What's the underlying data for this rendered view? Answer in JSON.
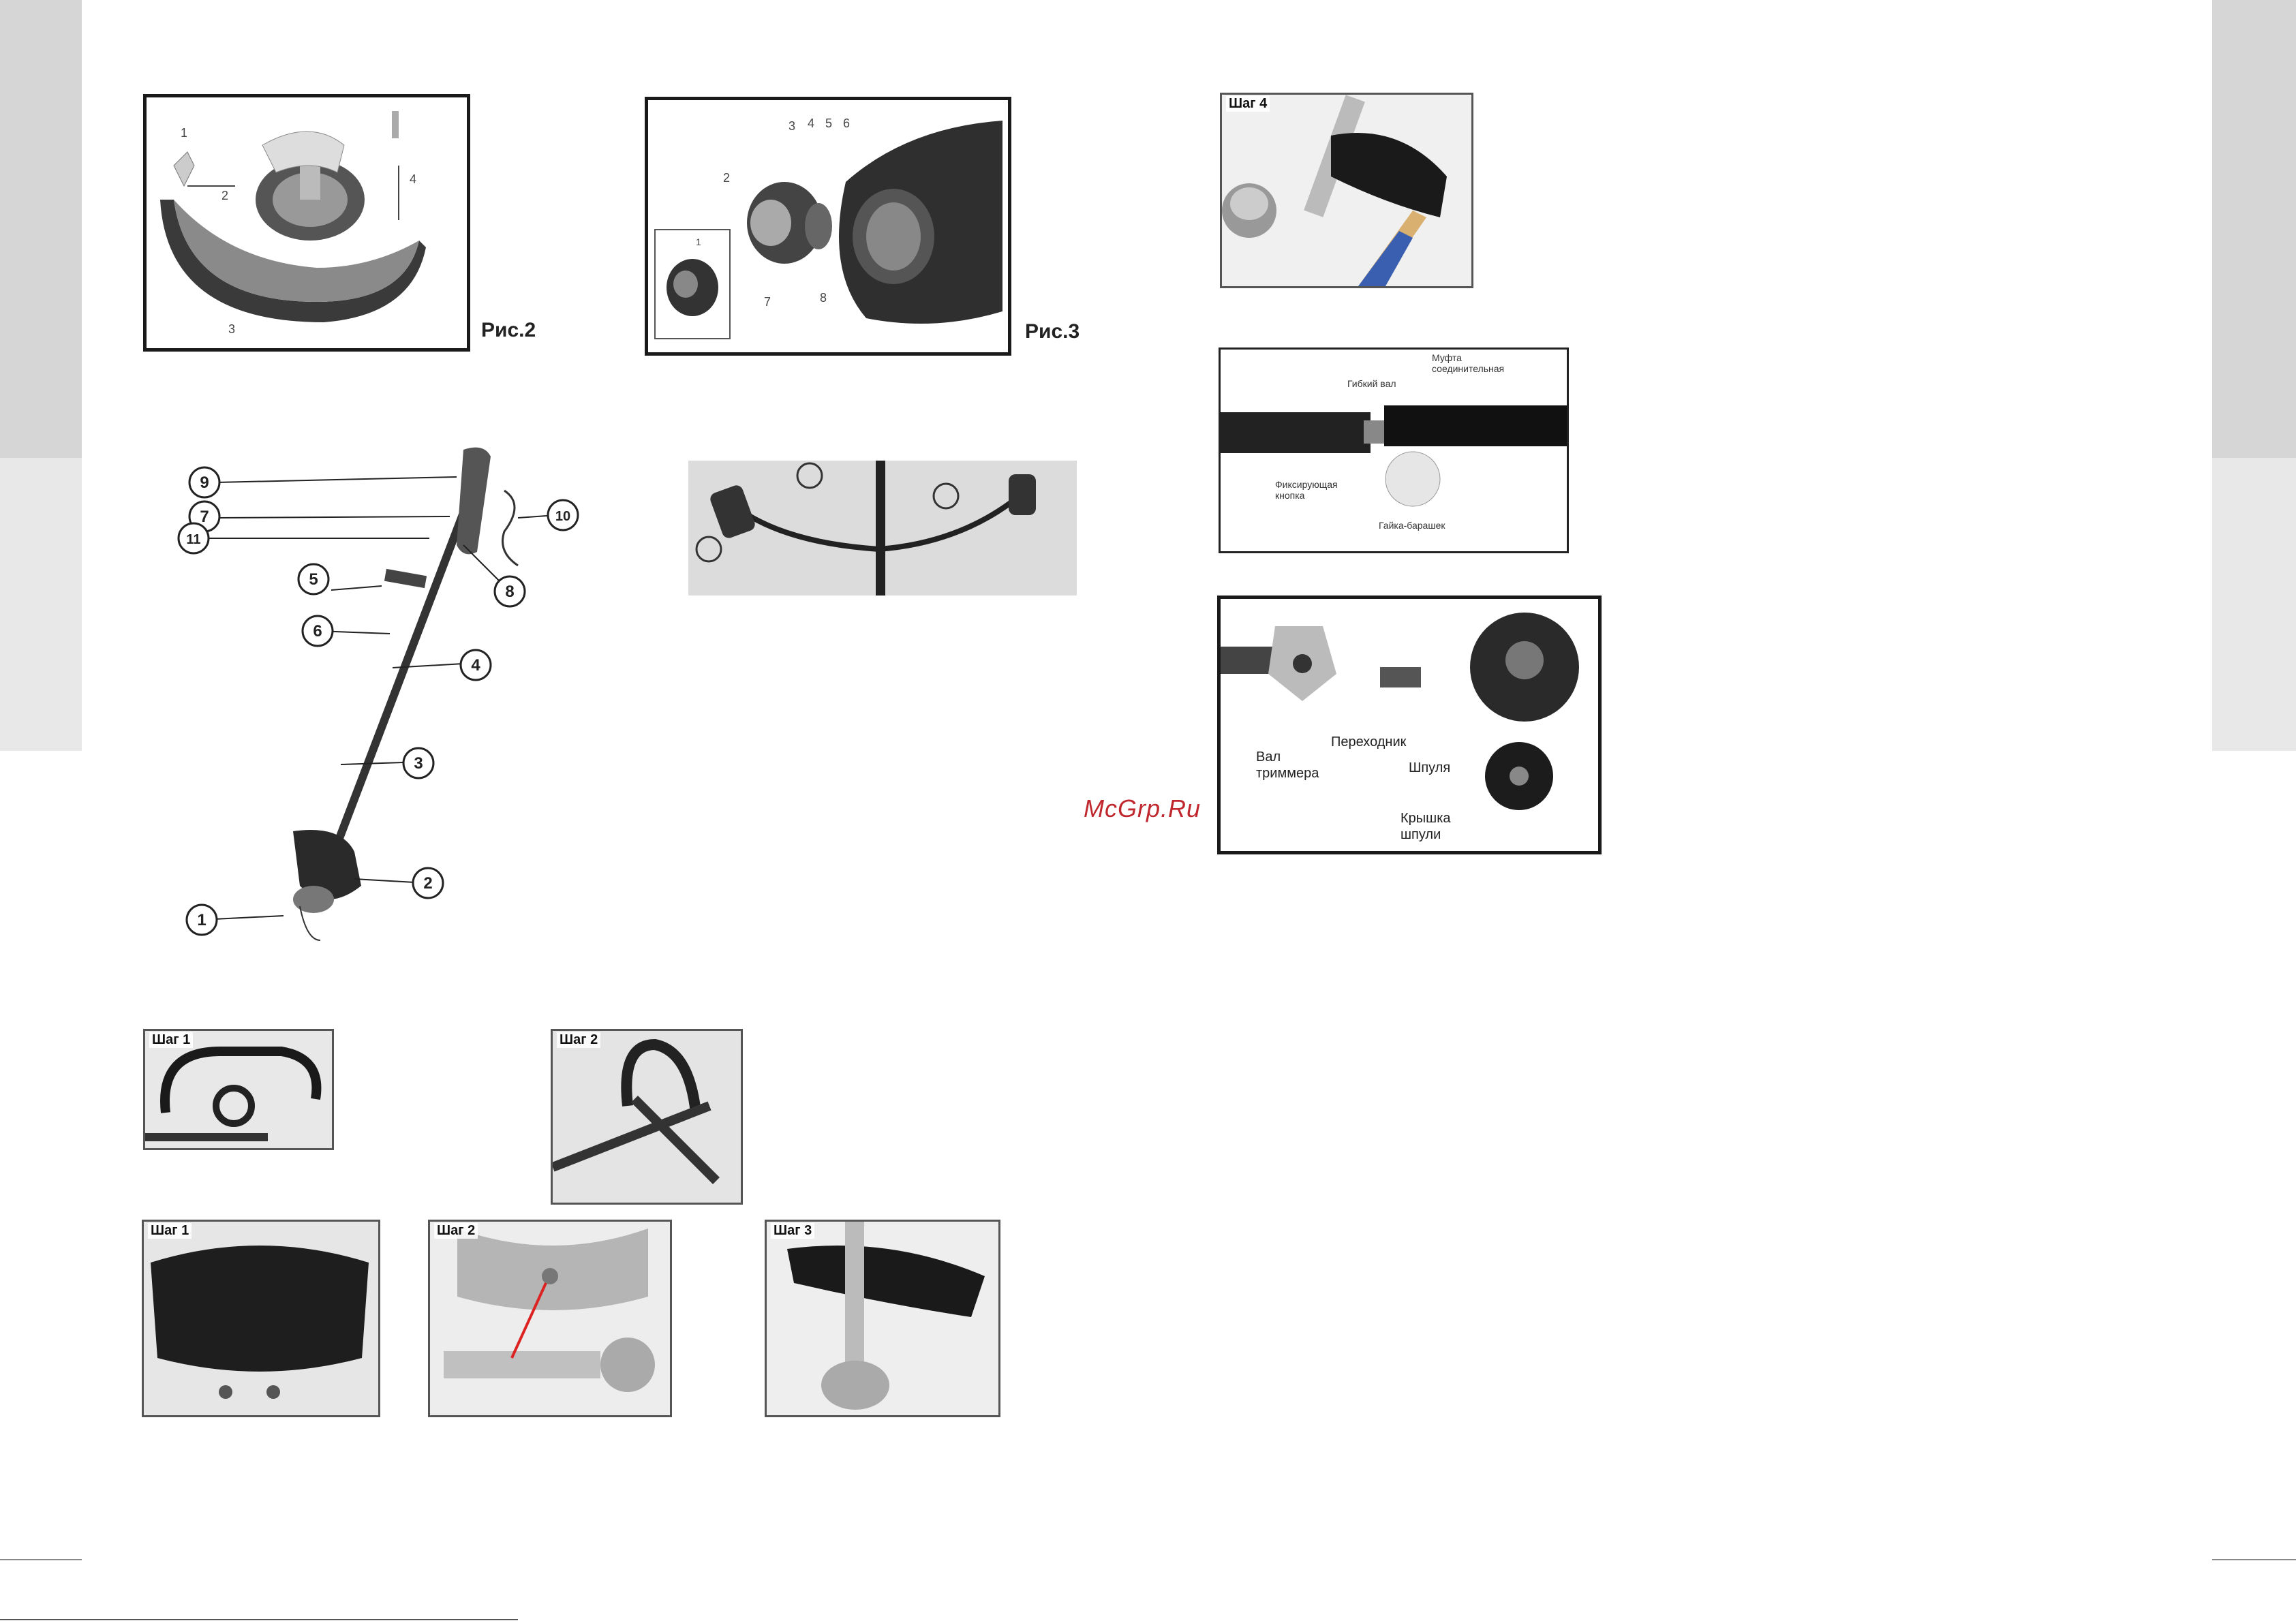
{
  "figures": {
    "fig2": {
      "caption": "Рис.2",
      "callouts": [
        "1",
        "2",
        "3",
        "4"
      ]
    },
    "fig3": {
      "caption": "Рис.3",
      "callouts": [
        "1",
        "2",
        "3",
        "4",
        "5",
        "6",
        "7",
        "8"
      ]
    },
    "trimmer": {
      "callouts": [
        "1",
        "2",
        "3",
        "4",
        "5",
        "6",
        "7",
        "8",
        "9",
        "10",
        "11"
      ]
    },
    "step4": {
      "label": "Шаг 4"
    },
    "shaft": {
      "label_coupling": "Муфта соединительная",
      "label_flex_shaft": "Гибкий вал",
      "label_lock_button": "Фиксирующая кнопка",
      "label_wing_nut": "Гайка-барашек"
    },
    "spool": {
      "label_shaft": "Вал триммера",
      "label_adapter": "Переходник",
      "label_spool": "Шпуля",
      "label_spool_cover": "Крышка шпули"
    },
    "handle_steps": [
      {
        "label": "Шаг 1"
      },
      {
        "label": "Шаг 2"
      }
    ],
    "guard_steps": [
      {
        "label": "Шаг 1"
      },
      {
        "label": "Шаг 2"
      },
      {
        "label": "Шаг 3"
      }
    ]
  },
  "watermark": "McGrp.Ru",
  "colors": {
    "watermark": "#c0272d",
    "side_tab": "#d6d6d6"
  }
}
